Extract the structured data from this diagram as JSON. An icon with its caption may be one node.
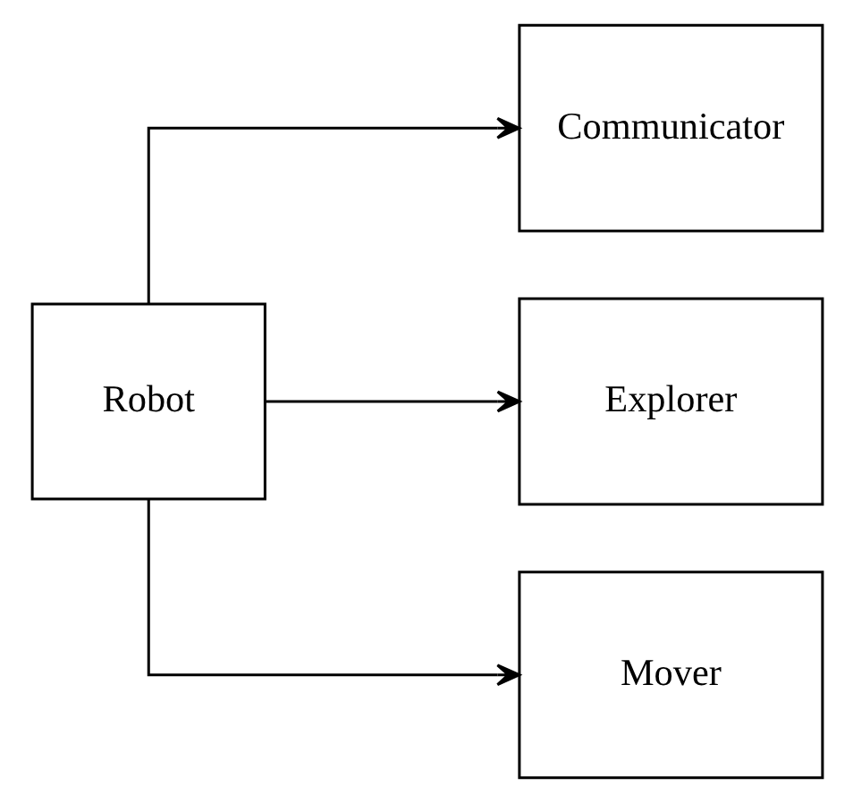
{
  "diagram": {
    "nodes": [
      {
        "text": [
          "Robot"
        ]
      },
      {
        "text": [
          "Communicator"
        ]
      },
      {
        "text": [
          "Explorer"
        ]
      },
      {
        "text": [
          "Mover"
        ]
      }
    ],
    "edges": [
      {
        "from": 0,
        "to": 1,
        "arrow": "to"
      },
      {
        "from": 0,
        "to": 2,
        "arrow": "to"
      },
      {
        "from": 0,
        "to": 3,
        "arrow": "to"
      }
    ]
  }
}
